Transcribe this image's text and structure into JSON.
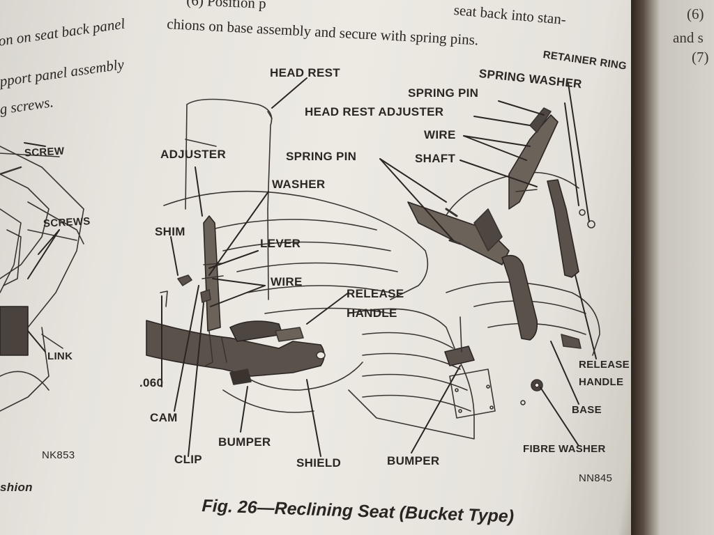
{
  "top_text": {
    "step_6_line1": "(6) Position p",
    "step_6_line1_end": "seat back into stan-",
    "step_6_line2": "chions on base assembly and secure with spring pins.",
    "left_line1": "on on seat back panel",
    "left_line2": "pport panel assembly",
    "left_line3": "g screws.",
    "right_line1": "(6)",
    "right_line2": "and s",
    "right_line3": "(7)"
  },
  "left_figure": {
    "labels": [
      "SCREW",
      "SCREWS",
      "LINK"
    ],
    "code": "NK853",
    "footer": "shion"
  },
  "main_figure": {
    "labels": {
      "head_rest": "HEAD REST",
      "adjuster": "ADJUSTER",
      "washer": "WASHER",
      "shim": "SHIM",
      "lever": "LEVER",
      "wire": "WIRE",
      "release_handle_1": "RELEASE",
      "release_handle_2": "HANDLE",
      "dim": ".060",
      "cam": "CAM",
      "clip": "CLIP",
      "bumper_1": "BUMPER",
      "shield": "SHIELD",
      "bumper_2": "BUMPER",
      "retainer_ring": "RETAINER RING",
      "spring_washer": "SPRING WASHER",
      "spring_pin_1": "SPRING PIN",
      "head_rest_adjuster": "HEAD REST ADJUSTER",
      "wire_2": "WIRE",
      "spring_pin_2": "SPRING PIN",
      "shaft": "SHAFT",
      "release_handle_r1": "RELEASE",
      "release_handle_r2": "HANDLE",
      "base": "BASE",
      "fibre_washer": "FIBRE WASHER"
    },
    "code": "NN845",
    "caption": "Fig. 26—Reclining Seat (Bucket Type)"
  }
}
